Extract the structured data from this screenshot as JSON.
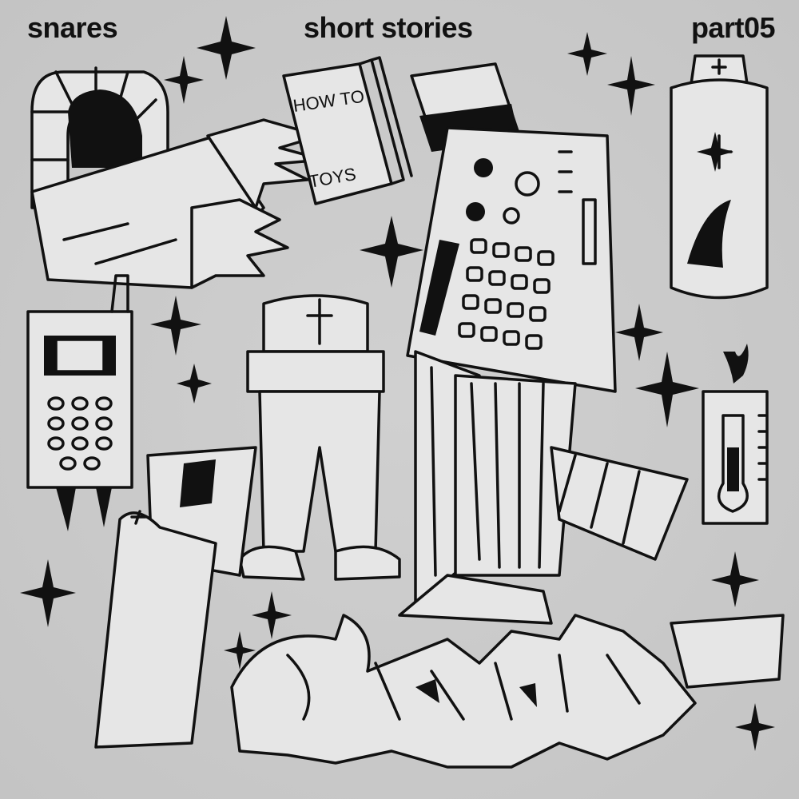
{
  "header": {
    "artist": "snares",
    "title": "short stories",
    "part": "part05"
  },
  "book": {
    "line1": "HOW TO",
    "line2": "TOYS"
  },
  "colors": {
    "background": "#c9c9c9",
    "ink": "#111111",
    "paper": "#e6e6e6"
  }
}
